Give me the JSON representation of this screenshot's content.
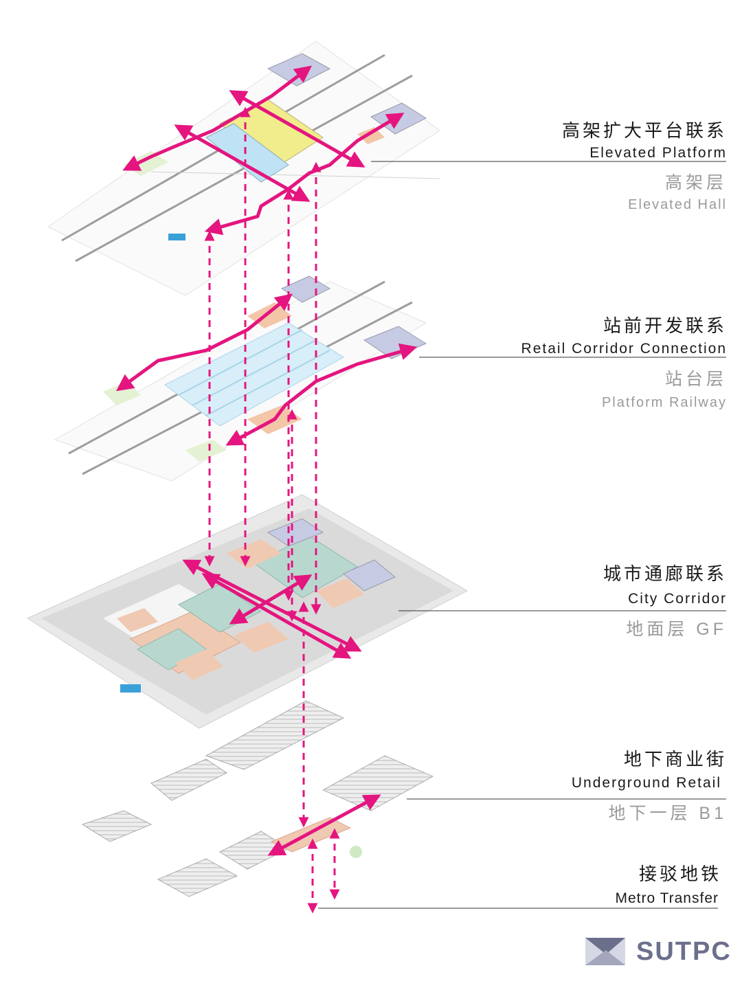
{
  "layers": [
    {
      "id": "elevated",
      "connection_zh": "高架扩大平台联系",
      "connection_en": "Elevated Platform",
      "level_zh": "高架层",
      "level_en": "Elevated Hall"
    },
    {
      "id": "platform",
      "connection_zh": "站前开发联系",
      "connection_en": "Retail Corridor Connection",
      "level_zh": "站台层",
      "level_en": "Platform Railway"
    },
    {
      "id": "ground",
      "connection_zh": "城市通廊联系",
      "connection_en": "City Corridor",
      "level_zh": "地面层 GF",
      "level_en": ""
    },
    {
      "id": "underground",
      "connection_zh": "地下商业街",
      "connection_en": "Underground Retail",
      "level_zh": "地下一层 B1",
      "level_en": ""
    },
    {
      "id": "metro",
      "connection_zh": "接驳地铁",
      "connection_en": "Metro Transfer",
      "level_zh": "",
      "level_en": ""
    }
  ],
  "logo": {
    "text": "SUTPC",
    "icon": "sutpc-logo-icon"
  },
  "colors": {
    "arrow": "#e4157f",
    "leader_line": "#333333",
    "text_dark": "#1a1a1a",
    "text_soft": "#9a9a9a",
    "logo": "#6c6f8c"
  }
}
